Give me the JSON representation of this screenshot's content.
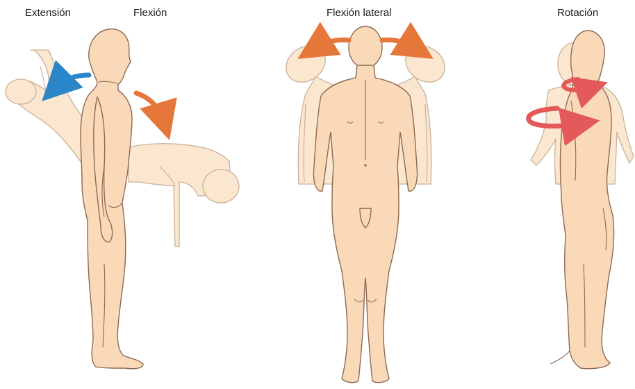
{
  "labels": {
    "extension": "Extensión",
    "flexion": "Flexión",
    "lateral_flexion": "Flexión lateral",
    "rotation": "Rotación"
  },
  "colors": {
    "skin": "#f9d9b8",
    "skin_faded": "#fbe7d0",
    "outline": "#8c6a52",
    "arrow_extension": "#2a86c8",
    "arrow_flexion": "#e6773a",
    "arrow_rotation": "#e4595a"
  },
  "icons": {
    "extension_arrow": "curved-arrow-blue",
    "flexion_arrow": "curved-arrow-orange",
    "lateral_arrows": "curved-arrow-orange",
    "rotation_arrows": "circular-arrow-red"
  }
}
